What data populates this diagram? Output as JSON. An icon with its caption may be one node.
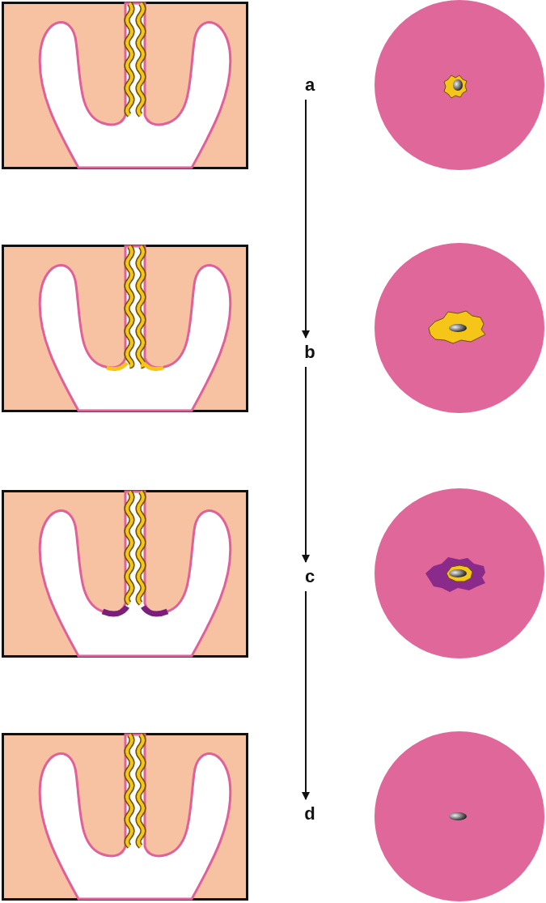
{
  "diagram": {
    "nodes": [
      {
        "text": [
          "a"
        ]
      },
      {
        "text": [
          "b"
        ]
      },
      {
        "text": [
          "c"
        ]
      },
      {
        "text": [
          "d"
        ]
      }
    ],
    "edges": [
      {
        "from": 0,
        "to": 1,
        "arrow": "to"
      },
      {
        "from": 1,
        "to": 2,
        "arrow": "to"
      },
      {
        "from": 2,
        "to": 3,
        "arrow": "to"
      }
    ]
  }
}
